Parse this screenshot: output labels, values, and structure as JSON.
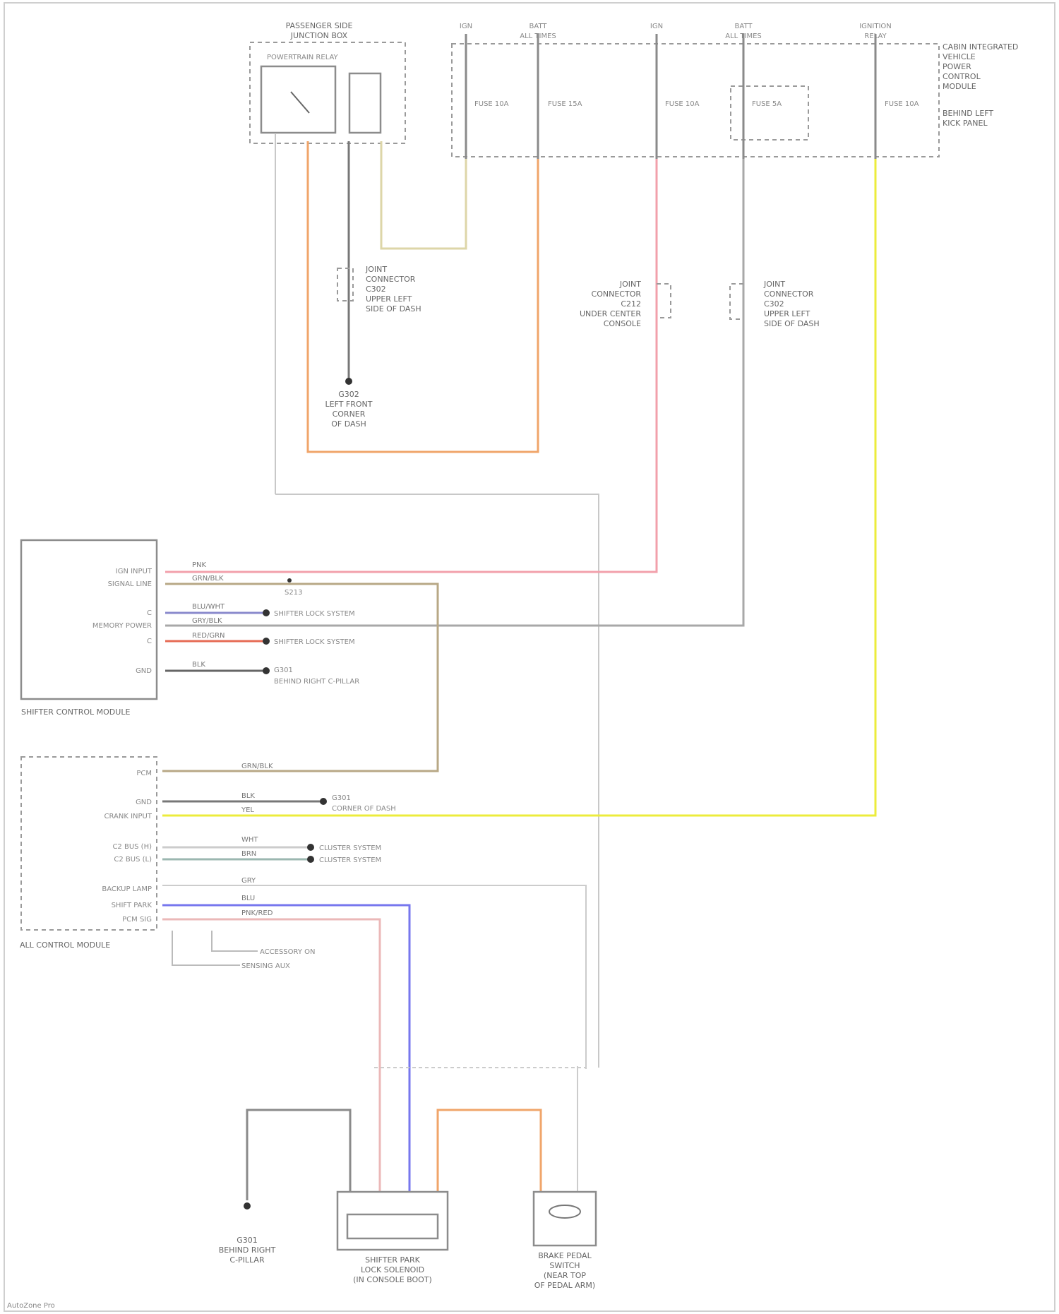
{
  "diagram": {
    "top_left_module": {
      "title_line1": "PASSENGER SIDE",
      "title_line2": "JUNCTION BOX",
      "relay_label": "POWERTRAIN RELAY"
    },
    "right_module": {
      "label_lines": [
        "CABIN INTEGRATED",
        "VEHICLE",
        "POWER",
        "CONTROL",
        "MODULE"
      ],
      "sub_label_lines": [
        "BEHIND LEFT",
        "KICK PANEL"
      ],
      "terminals": [
        "IGN",
        "BATT",
        "IGN",
        "BATT",
        "IGNITION"
      ],
      "terminals_sub": [
        "",
        "ALL TIMES",
        "",
        "ALL TIMES",
        "RELAY"
      ],
      "fuses": [
        "FUSE 10A",
        "FUSE 15A",
        "FUSE 10A",
        "FUSE 5A",
        "FUSE 10A"
      ]
    },
    "connectors": [
      {
        "id": "C1",
        "lines": [
          "JOINT",
          "CONNECTOR",
          "C302",
          "UPPER LEFT",
          "SIDE OF DASH"
        ]
      },
      {
        "id": "C2",
        "lines": [
          "JOINT",
          "CONNECTOR",
          "C212",
          "UNDER CENTER",
          "CONSOLE"
        ]
      },
      {
        "id": "C3",
        "lines": [
          "JOINT",
          "CONNECTOR",
          "C302",
          "UPPER LEFT",
          "SIDE OF DASH"
        ]
      }
    ],
    "ground_top": [
      "G302",
      "LEFT FRONT",
      "CORNER",
      "OF DASH"
    ],
    "shifter_module": {
      "name": "SHIFTER CONTROL MODULE",
      "pins": [
        "IGN INPUT",
        "SIGNAL LINE",
        "C",
        "MEMORY POWER",
        "C",
        "GND"
      ],
      "wires": [
        "PNK",
        "GRN/BLK",
        "BLU/WHT",
        "GRY/BLK",
        "RED/GRN",
        "BLK"
      ],
      "callouts": [
        "SHIFTER LOCK SYSTEM",
        "SHIFTER LOCK SYSTEM",
        "G301",
        "BEHIND RIGHT C-PILLAR"
      ],
      "splice_label": "S213"
    },
    "ecm": {
      "name": "ALL CONTROL MODULE",
      "pins": [
        "PCM",
        "GND",
        "CRANK INPUT",
        "C2 BUS (H)",
        "C2 BUS (L)",
        "BACKUP LAMP",
        "SHIFT PARK",
        "PCM SIG"
      ],
      "wires": [
        "GRN/BLK",
        "BLK",
        "YEL",
        "WHT",
        "BRN",
        "GRY",
        "BLU",
        "PNK/RED"
      ],
      "callouts": [
        "G301",
        "CORNER OF DASH",
        "CLUSTER SYSTEM",
        "CLUSTER SYSTEM",
        "ACCESSORY ON",
        "SENSING AUX"
      ]
    },
    "bottom_components": {
      "solenoid": {
        "label_lines": [
          "SHIFTER PARK",
          "LOCK SOLENOID",
          "(IN CONSOLE BOOT)"
        ]
      },
      "sensor": {
        "label_lines": [
          "BRAKE PEDAL",
          "SWITCH",
          "(NEAR TOP",
          "OF PEDAL ARM)"
        ]
      },
      "ground": {
        "label_lines": [
          "G301",
          "BEHIND RIGHT",
          "C-PILLAR"
        ]
      }
    },
    "footer": "AutoZone Pro"
  }
}
